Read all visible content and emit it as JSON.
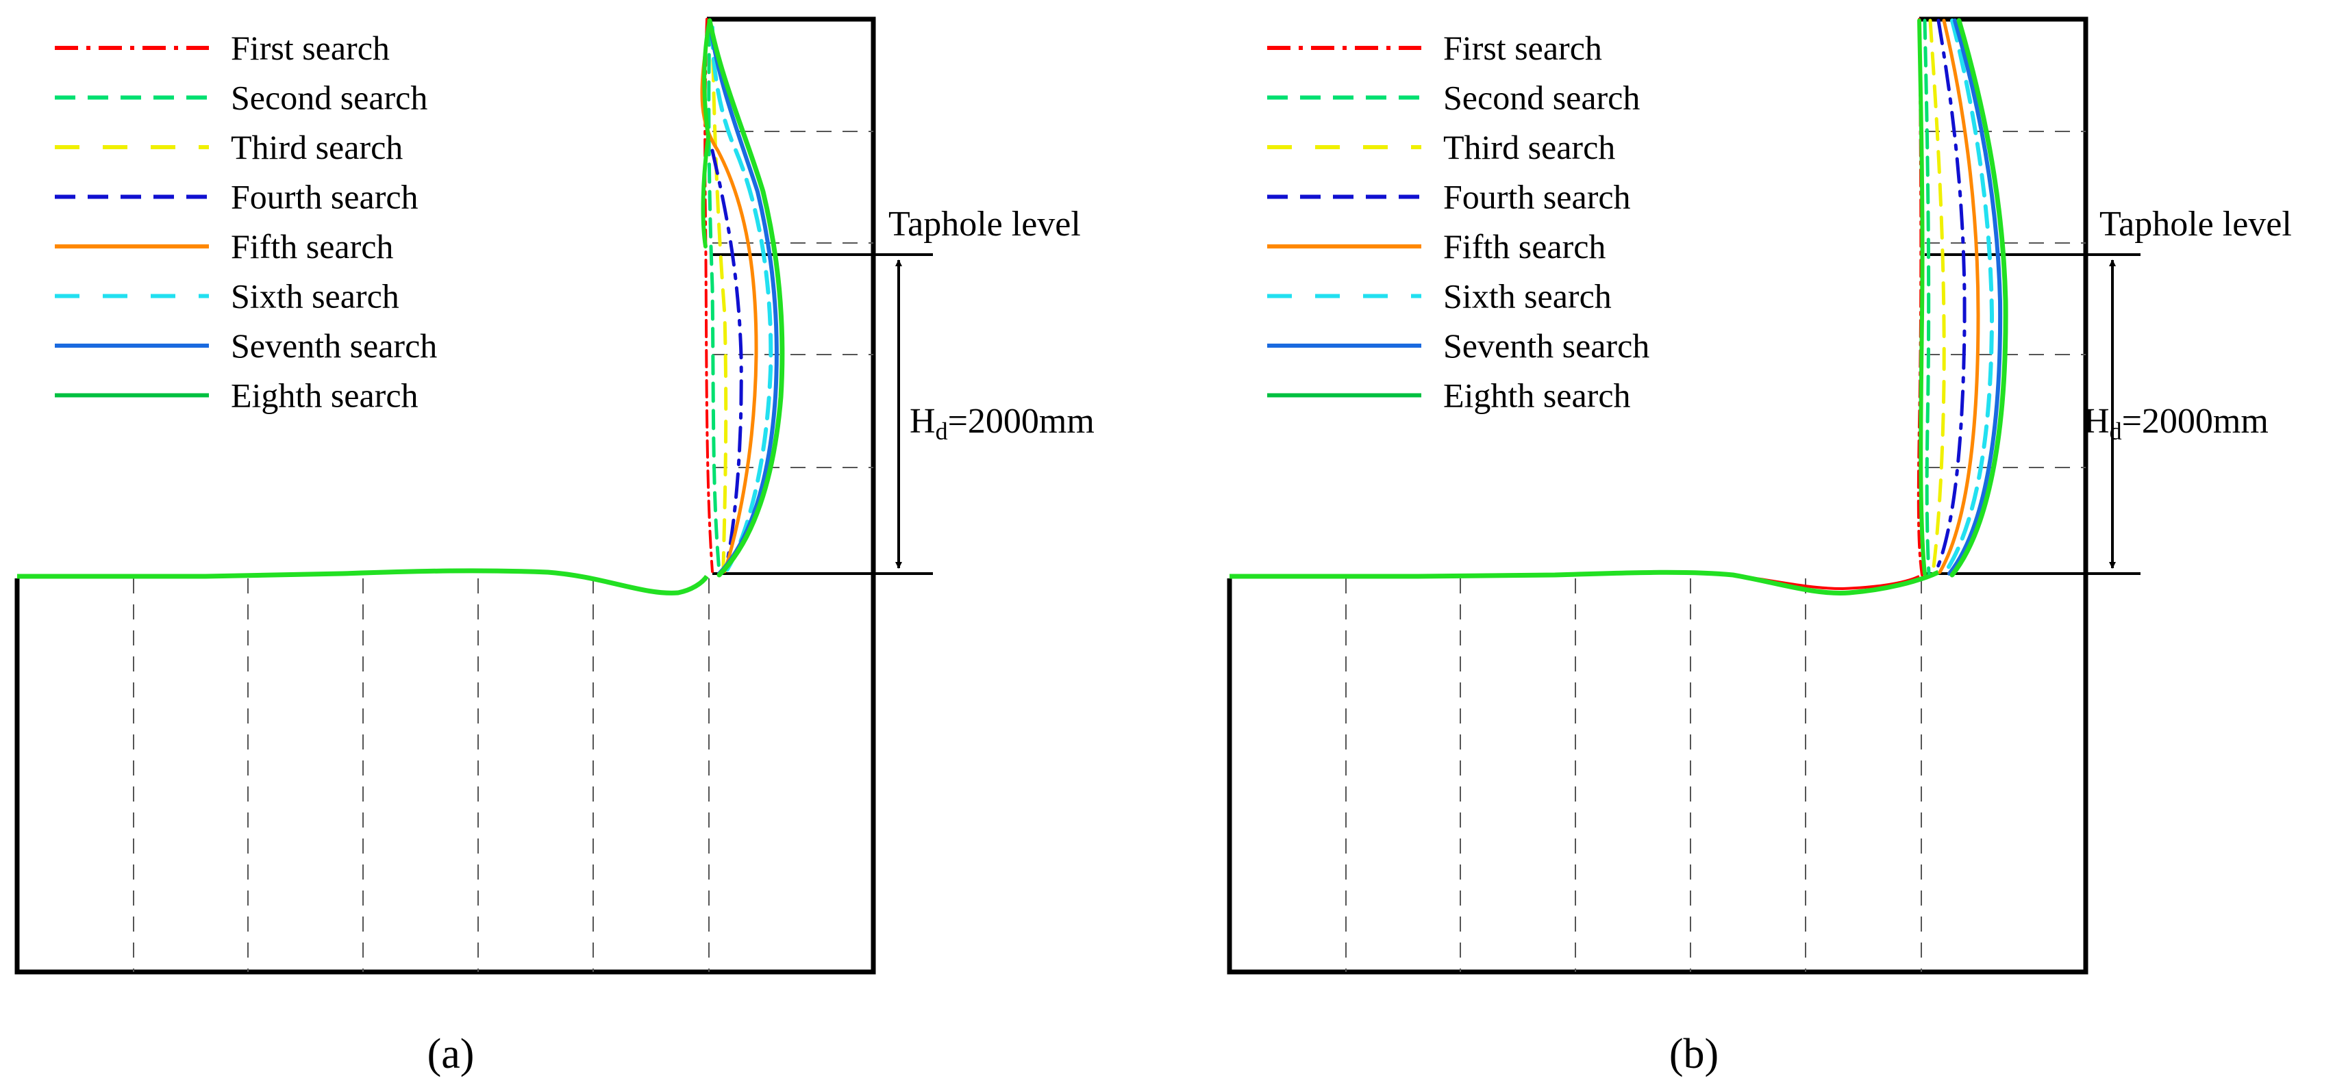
{
  "legend": {
    "entries": [
      {
        "label": "First search",
        "color": "#ff0000",
        "dash": "dashdot"
      },
      {
        "label": "Second search",
        "color": "#00e070",
        "dash": "dash"
      },
      {
        "label": "Third search",
        "color": "#f0f000",
        "dash": "longdash"
      },
      {
        "label": "Fourth search",
        "color": "#1010d0",
        "dash": "dash"
      },
      {
        "label": "Fifth search",
        "color": "#ff8800",
        "dash": "solid"
      },
      {
        "label": "Sixth search",
        "color": "#22e0f0",
        "dash": "longdash"
      },
      {
        "label": "Seventh search",
        "color": "#1a6adf",
        "dash": "solid"
      },
      {
        "label": "Eighth search",
        "color": "#00c040",
        "dash": "solid"
      }
    ]
  },
  "annotations": {
    "taphole_level": "Taphole level",
    "height_prefix": "H",
    "height_sub": "d",
    "height_suffix": "=2000mm"
  },
  "panels": [
    {
      "caption": "(a)"
    },
    {
      "caption": "(b)"
    }
  ]
}
